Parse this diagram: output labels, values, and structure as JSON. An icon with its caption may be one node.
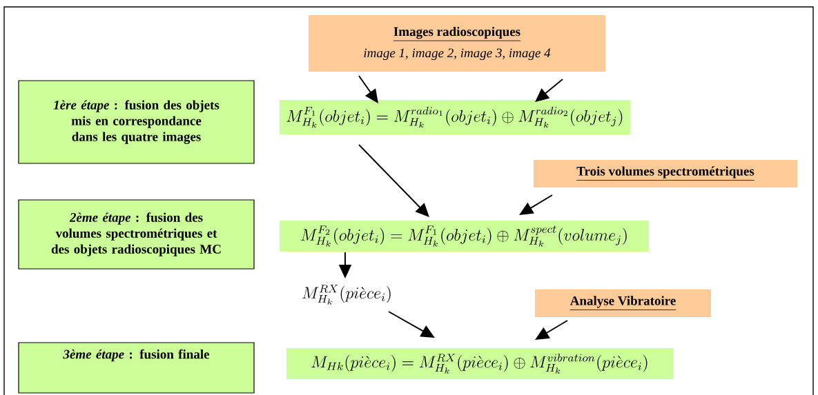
{
  "diagram": {
    "nodes": [
      {
        "text": [
          "Images radioscopiques",
          "image 1, image 2,  image 3,  image 4"
        ]
      },
      {
        "text": [
          "*1ère étape* : fusion des objets mis en correspondance dans les quatre images"
        ]
      },
      {
        "text": [
          "M_{H_k}^{F_1}(objet_i) = M_{H_k}^{radio_1}(objet_i) \\oplus M_{H_k}^{radio_2}(objet_j)"
        ]
      },
      {
        "text": [
          "*2ème étape* : fusion des volumes spectrométriques et des objets radioscopiques MC"
        ]
      },
      {
        "text": [
          "Trois volumes spectrométriques"
        ]
      },
      {
        "text": [
          "M_{H_k}^{F_2}(objet_i) = M_{H_k}^{F_1}(objet_i) \\oplus M_{H_k}^{spect}(volume_j)"
        ]
      },
      {
        "text": [
          "M_{H_k}^{RX}(pi\\grave{e}ce_i)"
        ]
      },
      {
        "text": [
          "Analyse Vibratoire"
        ]
      },
      {
        "text": [
          "*3ème étape* : fusion finale"
        ]
      },
      {
        "text": [
          "M_{Hk}(pi\\grave{e}ce_i) = M_{H_k}^{RX}(pi\\grave{e}ce_i) \\oplus M_{H_k}^{vibration}(pi\\grave{e}ce_i)"
        ]
      }
    ],
    "edges": [
      {
        "from": 0,
        "to": 2,
        "arrow": "to"
      },
      {
        "from": 0,
        "to": 2,
        "arrow": "to"
      },
      {
        "from": 2,
        "to": 5,
        "arrow": "to"
      },
      {
        "from": 4,
        "to": 5,
        "arrow": "to"
      },
      {
        "from": 5,
        "to": 6,
        "arrow": "to"
      },
      {
        "from": 6,
        "to": 9,
        "arrow": "to"
      },
      {
        "from": 7,
        "to": 9,
        "arrow": "to"
      }
    ]
  }
}
